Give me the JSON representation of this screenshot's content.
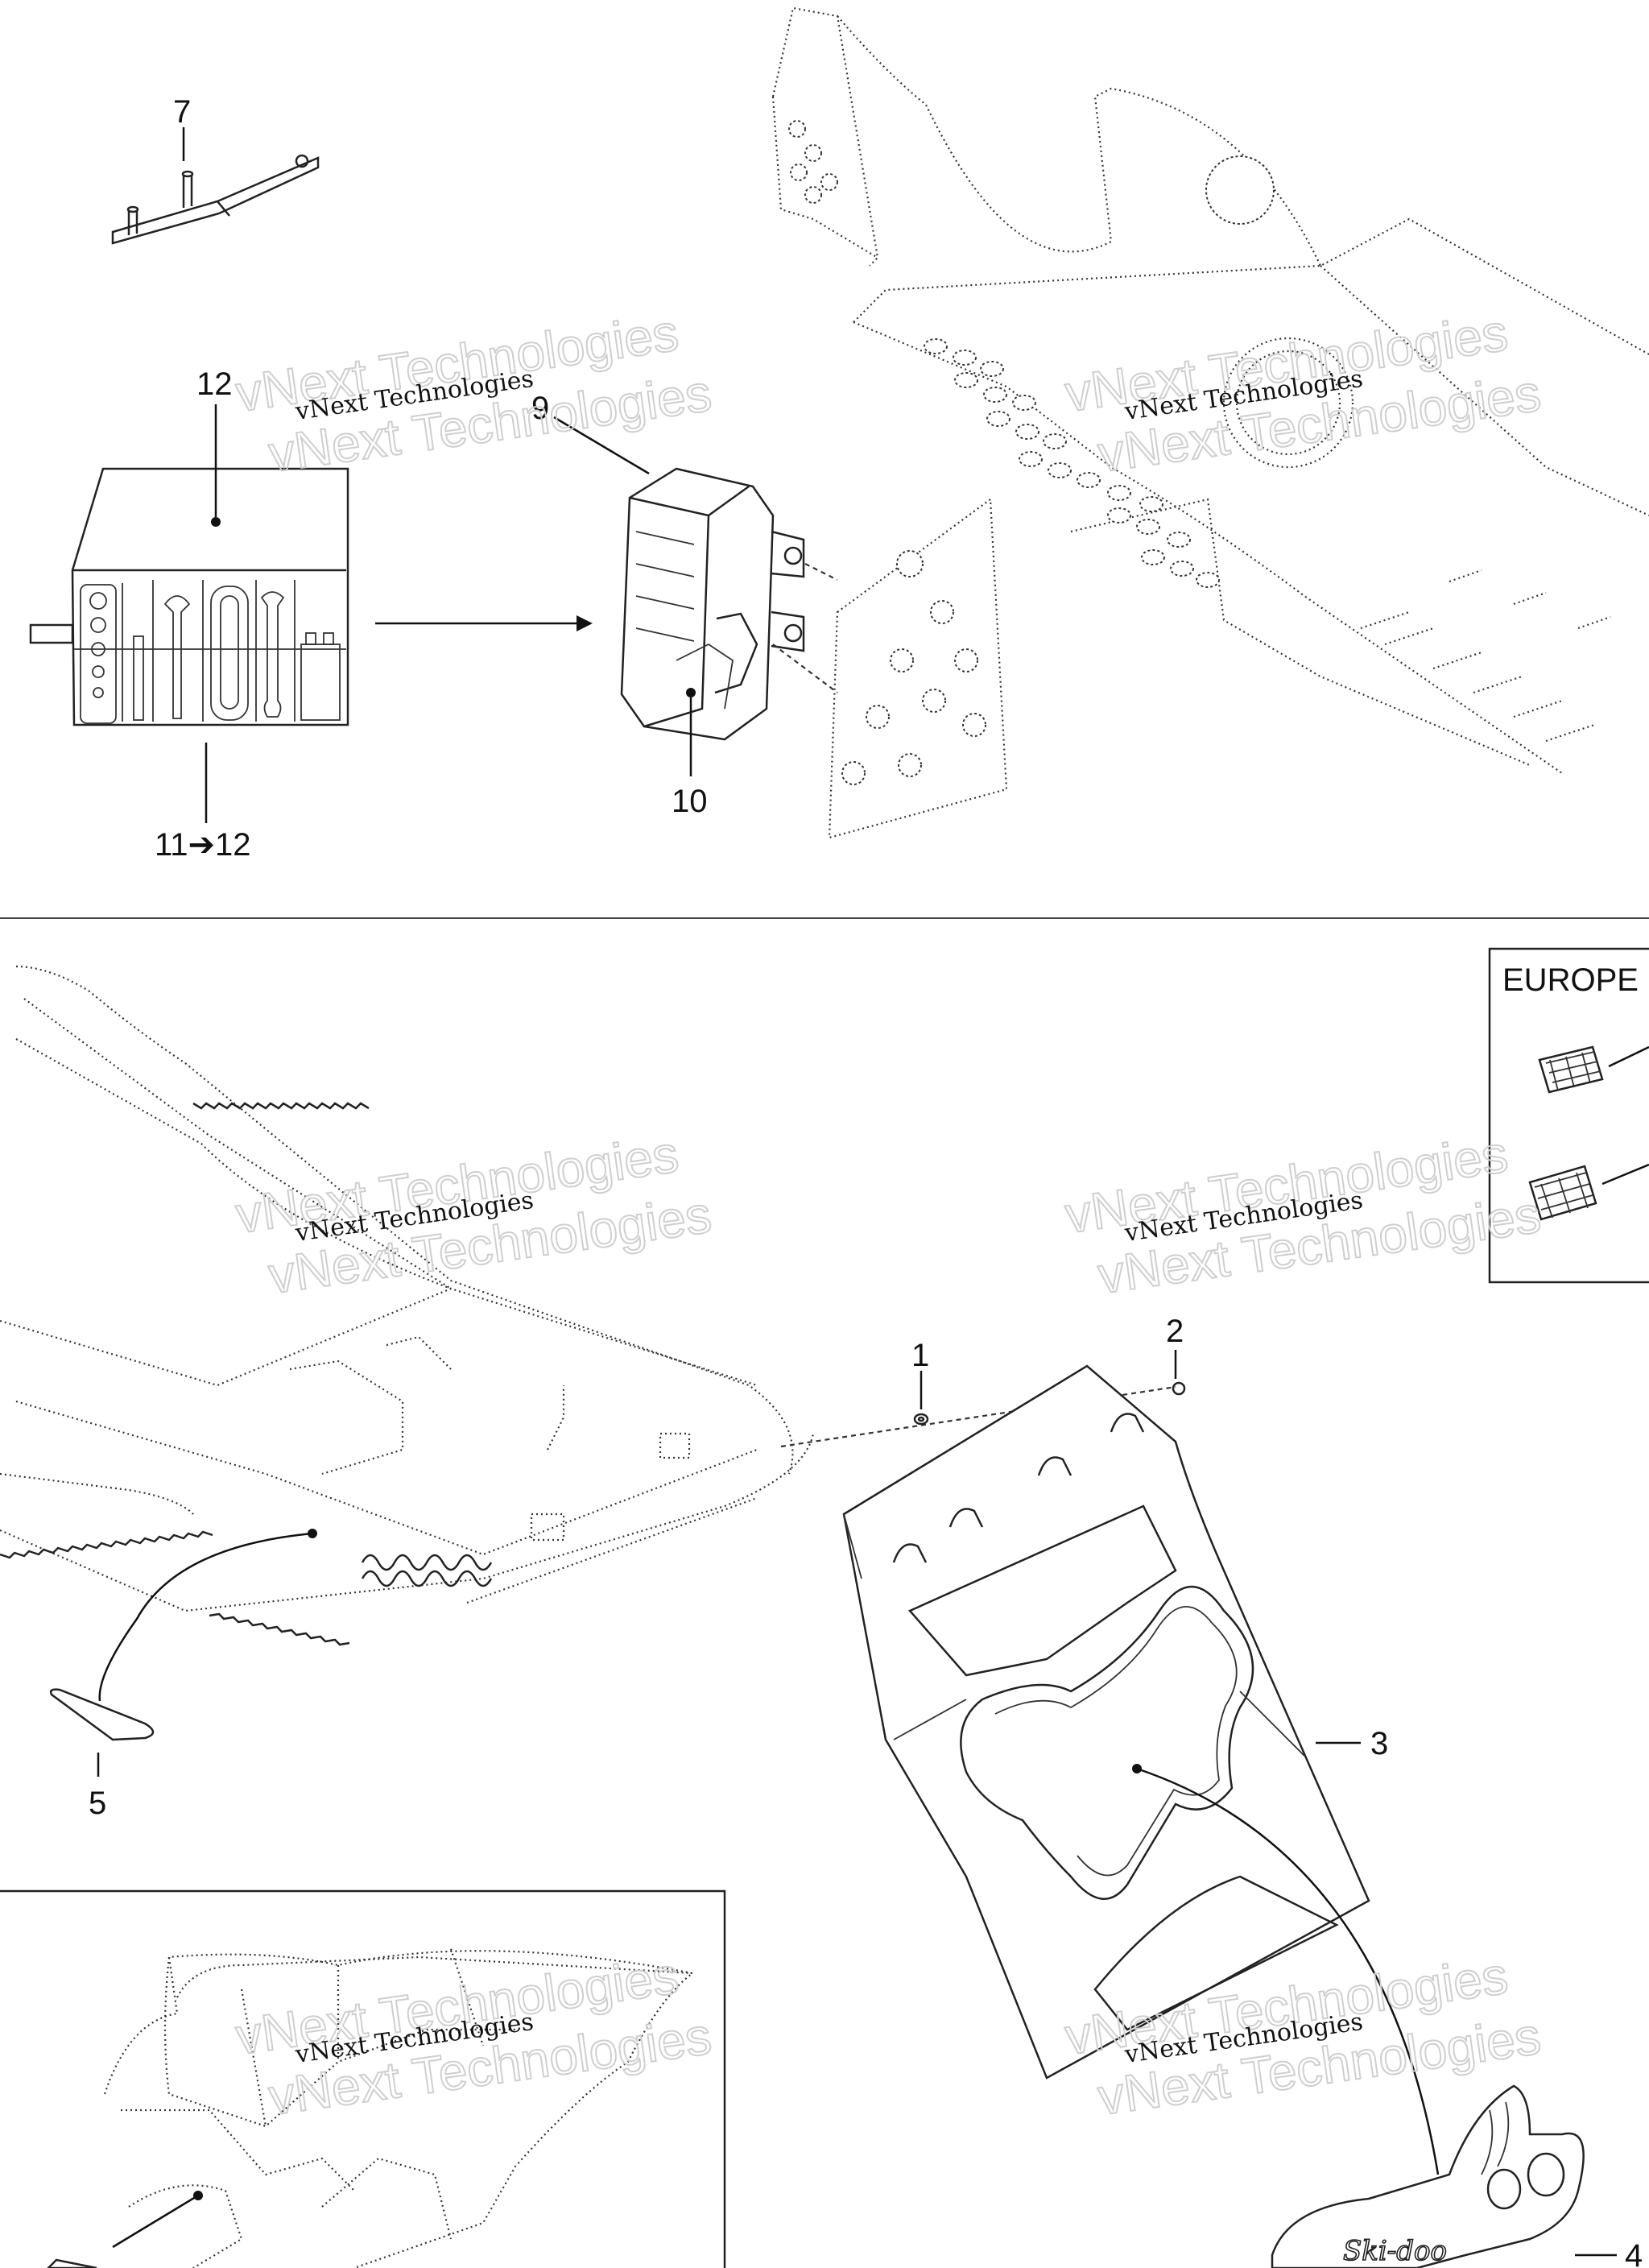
{
  "callouts": {
    "c1": "1",
    "c2": "2",
    "c3": "3",
    "c4": "4",
    "c5": "5",
    "c7": "7",
    "c9": "9",
    "c10": "10",
    "c11_12": "11➔12",
    "c12": "12"
  },
  "inset": {
    "region_label": "EUROPE"
  },
  "watermarks": {
    "line1": "vNext Technologies",
    "outline": "vNext Technologies"
  },
  "logo_text": "Ski-doo"
}
